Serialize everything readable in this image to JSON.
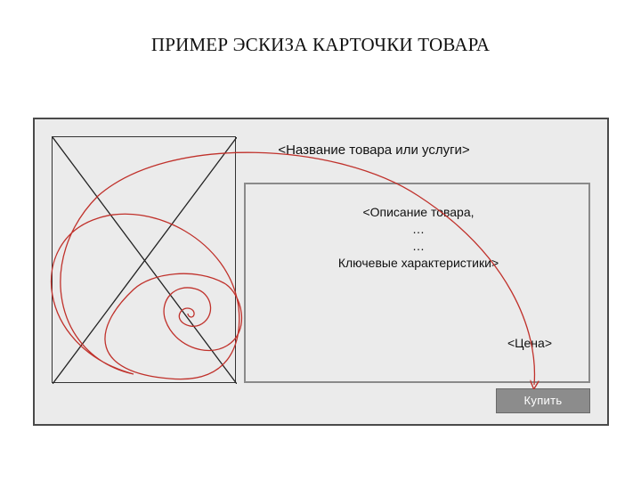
{
  "title": "ПРИМЕР ЭСКИЗА КАРТОЧКИ ТОВАРА",
  "card": {
    "product_name": "<Название товара или услуги>",
    "description_lines": [
      "<Описание товара,",
      "…",
      "…",
      "Ключевые характеристики>"
    ],
    "price": "<Цена>",
    "buy_label": "Купить"
  },
  "colors": {
    "spiral": "#c0312b",
    "card_background": "#ebebeb",
    "buy_button": "#8c8c8c"
  }
}
